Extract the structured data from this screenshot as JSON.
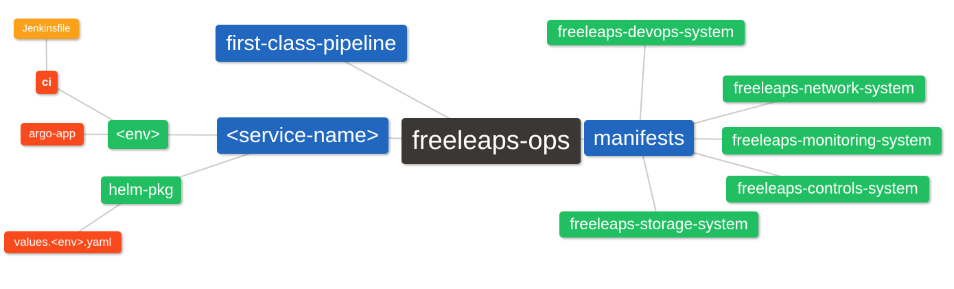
{
  "colors": {
    "blue": "#2167BF",
    "green": "#21BF61",
    "red": "#F84A1D",
    "orange": "#F9A11B",
    "dark": "#3B3735",
    "edge": "#CBCBCB",
    "node_text": "#FFFFFF",
    "background": "#FFFFFF"
  },
  "nodes": {
    "freeleaps_ops": {
      "label": "freeleaps-ops"
    },
    "first_class_pipeline": {
      "label": "first-class-pipeline"
    },
    "service_name": {
      "label": "<service-name>"
    },
    "manifests": {
      "label": "manifests"
    },
    "env": {
      "label": "<env>"
    },
    "helm_pkg": {
      "label": "helm-pkg"
    },
    "ci": {
      "label": "ci"
    },
    "argo_app": {
      "label": "argo-app"
    },
    "jenkinsfile": {
      "label": "Jenkinsfile"
    },
    "values_env_yaml": {
      "label": "values.<env>.yaml"
    },
    "freeleaps_devops_system": {
      "label": "freeleaps-devops-system"
    },
    "freeleaps_network_system": {
      "label": "freeleaps-network-system"
    },
    "freeleaps_monitoring_system": {
      "label": "freeleaps-monitoring-system"
    },
    "freeleaps_controls_system": {
      "label": "freeleaps-controls-system"
    },
    "freeleaps_storage_system": {
      "label": "freeleaps-storage-system"
    }
  },
  "edges": [
    [
      "jenkinsfile",
      "ci"
    ],
    [
      "ci",
      "env"
    ],
    [
      "argo_app",
      "env"
    ],
    [
      "env",
      "service_name"
    ],
    [
      "helm_pkg",
      "service_name"
    ],
    [
      "values_env_yaml",
      "helm_pkg"
    ],
    [
      "first_class_pipeline",
      "freeleaps_ops"
    ],
    [
      "service_name",
      "freeleaps_ops"
    ],
    [
      "freeleaps_ops",
      "manifests"
    ],
    [
      "manifests",
      "freeleaps_devops_system"
    ],
    [
      "manifests",
      "freeleaps_network_system"
    ],
    [
      "manifests",
      "freeleaps_monitoring_system"
    ],
    [
      "manifests",
      "freeleaps_controls_system"
    ],
    [
      "manifests",
      "freeleaps_storage_system"
    ]
  ]
}
